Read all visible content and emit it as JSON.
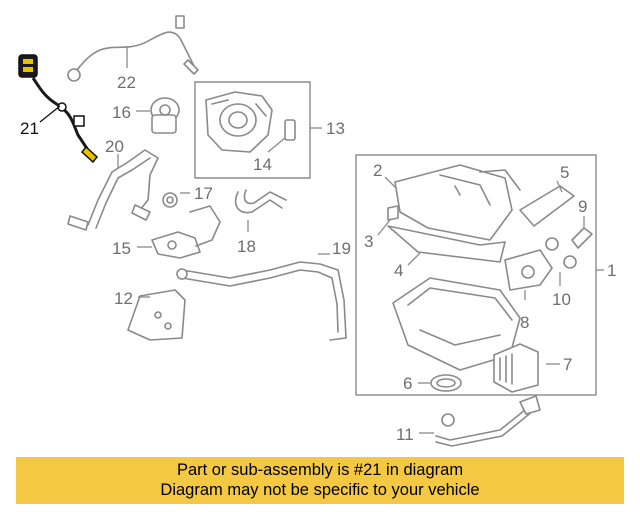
{
  "callouts": {
    "c1": "1",
    "c2": "2",
    "c3": "3",
    "c4": "4",
    "c5": "5",
    "c6": "6",
    "c7": "7",
    "c8": "8",
    "c9": "9",
    "c10": "10",
    "c11": "11",
    "c12": "12",
    "c13": "13",
    "c14": "14",
    "c15": "15",
    "c16": "16",
    "c17": "17",
    "c18": "18",
    "c19": "19",
    "c20": "20",
    "c21": "21",
    "c22": "22"
  },
  "banner": {
    "line1": "Part or sub-assembly is #21 in diagram",
    "line2": "Diagram may not be specific to your vehicle",
    "background": "#f4c842"
  },
  "colors": {
    "highlighted_part": "#111111",
    "accent": "#e6c200",
    "linework": "#8a8a8a"
  }
}
